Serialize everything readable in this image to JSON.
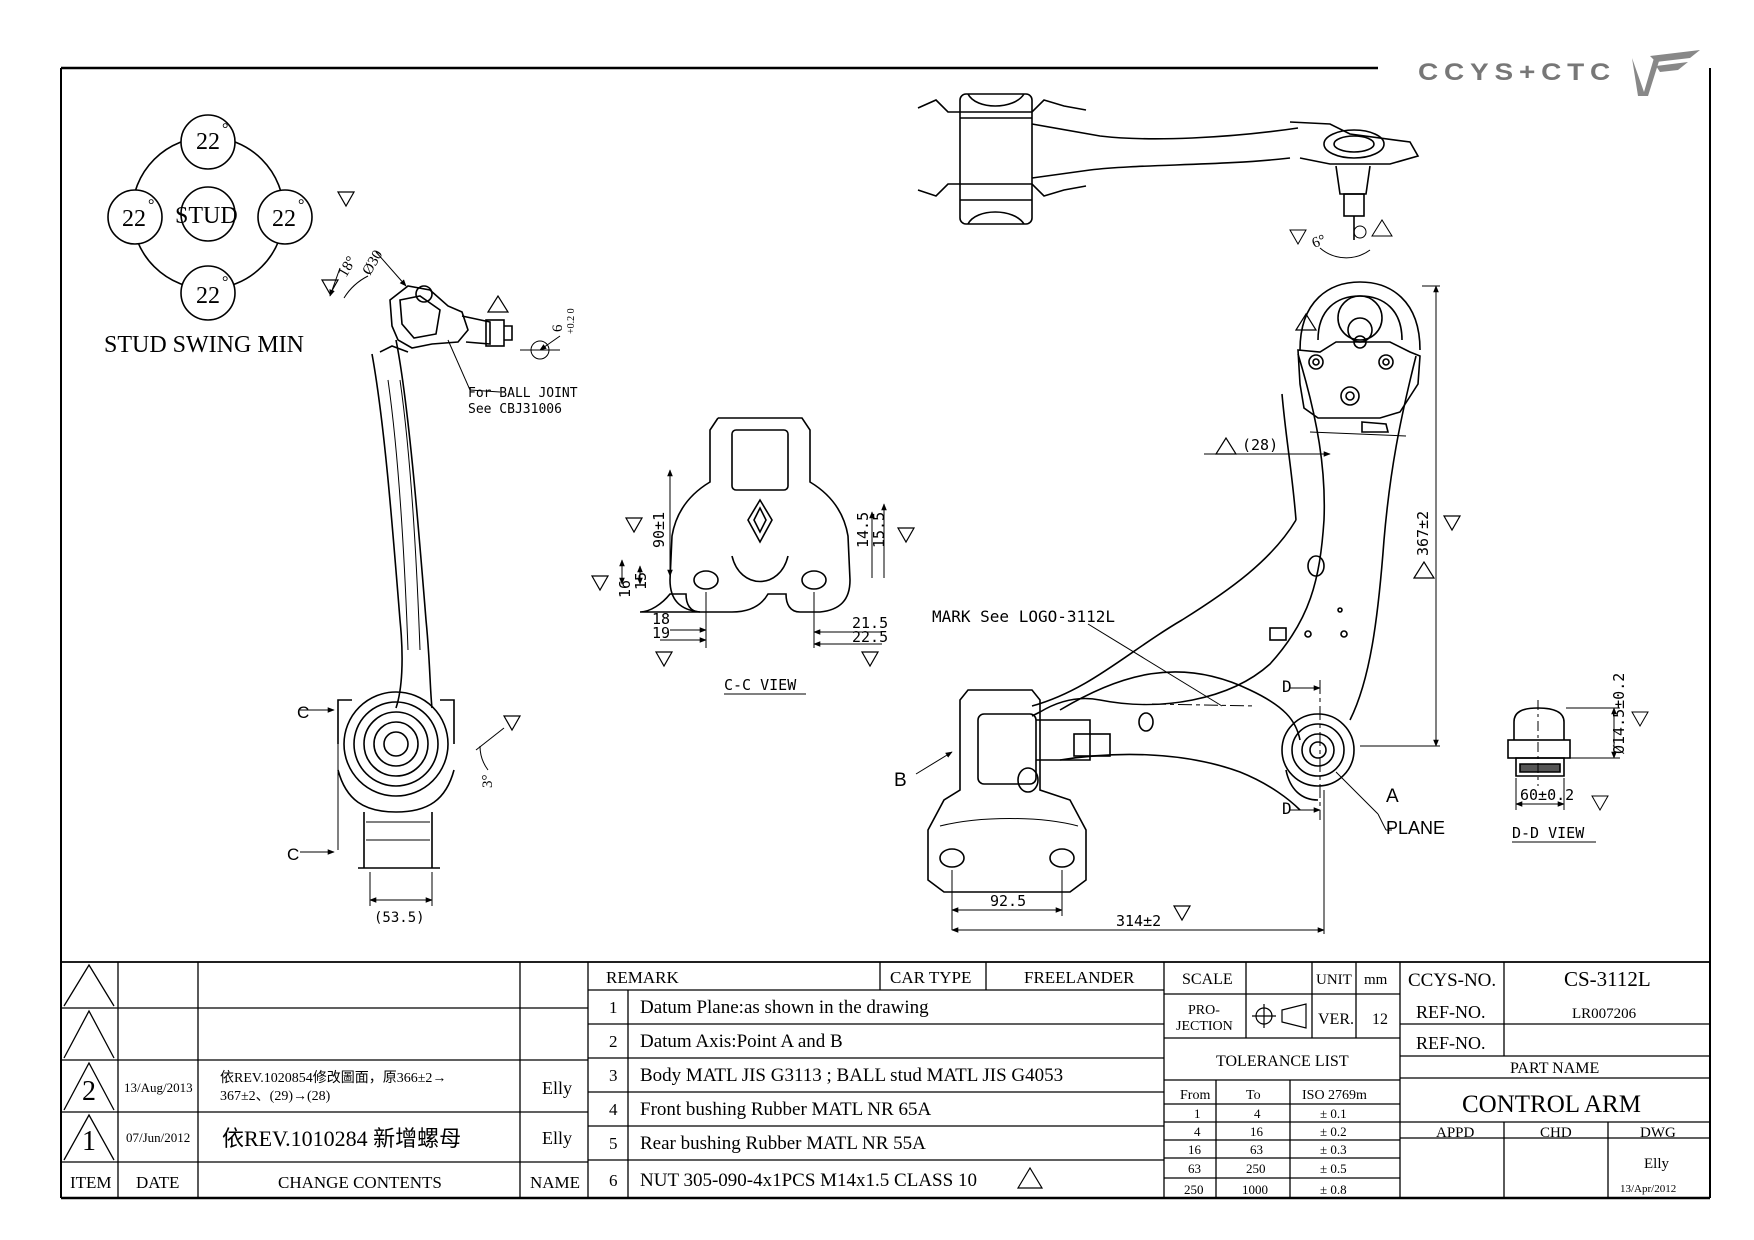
{
  "brand": {
    "wordmark": "CCYS+CTC"
  },
  "stud_swing": {
    "center_label": "STUD",
    "angles": [
      "22",
      "22",
      "22",
      "22"
    ],
    "deg_mark": "°",
    "caption": "STUD SWING MIN"
  },
  "side_view": {
    "angle_top": "18°",
    "dia_top": "Ø30",
    "thread_dim": "6",
    "thread_tol": "+0.2 0",
    "note_line1": "For BALL JOINT",
    "note_line2": "See CBJ31006",
    "section_c": "C",
    "angle_bottom": "3°",
    "width_dim": "(53.5)"
  },
  "top_view": {
    "angle": "6°"
  },
  "cc_view": {
    "title": "C-C VIEW",
    "dim_90": "90±1",
    "dim_16": "16",
    "dim_15": "15",
    "dim_18": "18",
    "dim_19": "19",
    "dim_145": "14.5",
    "dim_155": "15.5",
    "dim_215": "21.5",
    "dim_225": "22.5"
  },
  "main_view": {
    "mark_note": "MARK See LOGO-3112L",
    "dim_28": "(28)",
    "dim_367": "367±2",
    "section_d": "D",
    "label_b": "B",
    "label_a": "A",
    "plane": "PLANE",
    "dim_925": "92.5",
    "dim_314": "314±2"
  },
  "dd_view": {
    "title": "D-D VIEW",
    "dim_145": "Ø14.5±0.2",
    "dim_60": "60±0.2"
  },
  "revisions": {
    "headers": {
      "item": "ITEM",
      "date": "DATE",
      "contents": "CHANGE CONTENTS",
      "name": "NAME"
    },
    "rows": [
      {
        "item": "2",
        "date": "13/Aug/2013",
        "contents_line1": "依REV.1020854修改圖面，原366±2→",
        "contents_line2": "367±2、(29)→(28)",
        "name": "Elly"
      },
      {
        "item": "1",
        "date": "07/Jun/2012",
        "contents_line1": "依REV.1010284 新增螺母",
        "name": "Elly"
      }
    ]
  },
  "remarks": {
    "header": "REMARK",
    "car_type_label": "CAR TYPE",
    "car_type": "FREELANDER",
    "items": [
      {
        "no": "1",
        "text": "Datum Plane:as shown in the drawing"
      },
      {
        "no": "2",
        "text": "Datum Axis:Point A and B"
      },
      {
        "no": "3",
        "text": "Body MATL JIS G3113 ; BALL stud MATL JIS G4053"
      },
      {
        "no": "4",
        "text": "Front bushing Rubber MATL NR 65A"
      },
      {
        "no": "5",
        "text": "Rear bushing Rubber MATL NR 55A"
      },
      {
        "no": "6",
        "text": "NUT 305-090-4x1PCS M14x1.5 CLASS 10"
      }
    ]
  },
  "spec": {
    "scale_label": "SCALE",
    "unit_label": "UNIT",
    "unit": "mm",
    "projection_line1": "PRO-",
    "projection_line2": "JECTION",
    "ver_label": "VER.",
    "ver": "12",
    "tolerance_title": "TOLERANCE LIST",
    "tol_headers": [
      "From",
      "To",
      "ISO 2769m"
    ],
    "tol_rows": [
      [
        "1",
        "4",
        "± 0.1"
      ],
      [
        "4",
        "16",
        "± 0.2"
      ],
      [
        "16",
        "63",
        "± 0.3"
      ],
      [
        "63",
        "250",
        "± 0.5"
      ],
      [
        "250",
        "1000",
        "± 0.8"
      ]
    ]
  },
  "title_block": {
    "ccys_label": "CCYS-NO.",
    "ccys_no": "CS-3112L",
    "ref_label": "REF-NO.",
    "ref_no": "LR007206",
    "ref_label2": "REF-NO.",
    "part_name_label": "PART NAME",
    "part_name": "CONTROL ARM",
    "appd": "APPD",
    "chd": "CHD",
    "dwg": "DWG",
    "drawn_by": "Elly",
    "drawn_date": "13/Apr/2012"
  }
}
